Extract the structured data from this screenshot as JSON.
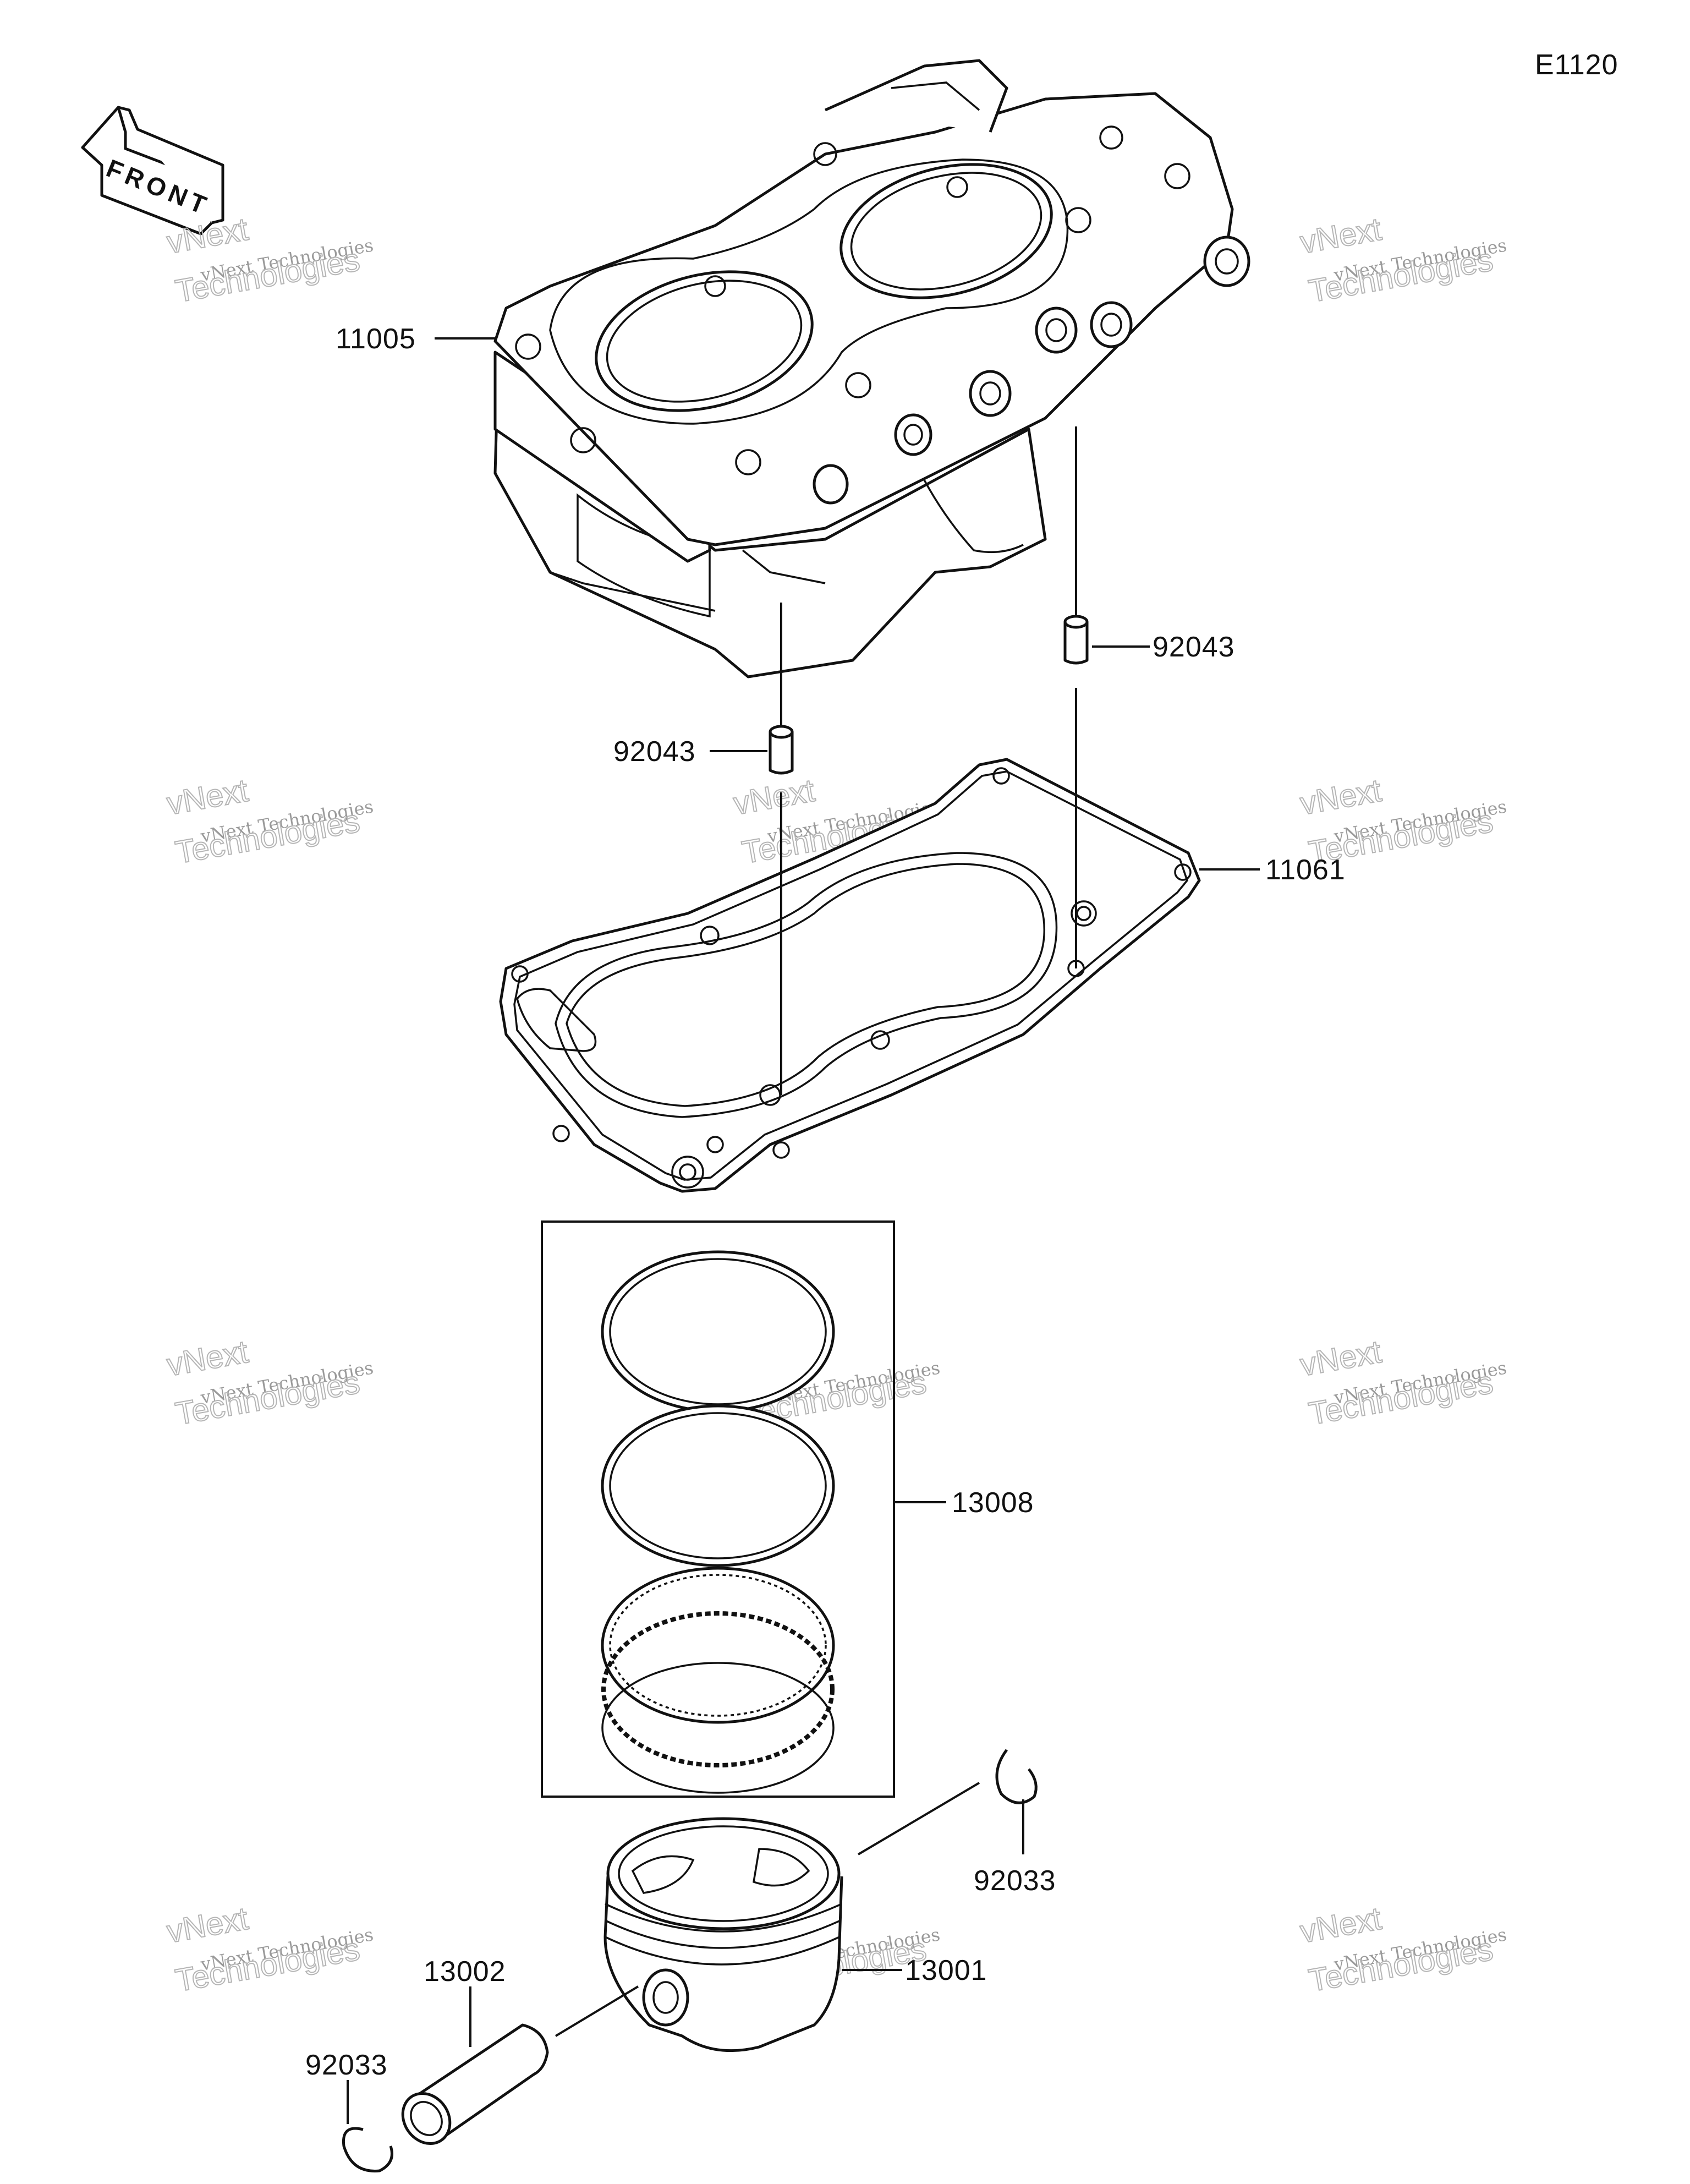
{
  "diagram_code": "E1120",
  "front_marker": {
    "text": "FRONT",
    "icon": "front-arrow-icon"
  },
  "callouts": [
    {
      "id": "cylinder",
      "part_number": "11005"
    },
    {
      "id": "dowel-right",
      "part_number": "92043"
    },
    {
      "id": "dowel-left",
      "part_number": "92043"
    },
    {
      "id": "gasket",
      "part_number": "11061"
    },
    {
      "id": "ring-set",
      "part_number": "13008"
    },
    {
      "id": "circlip-right",
      "part_number": "92033"
    },
    {
      "id": "piston",
      "part_number": "13001"
    },
    {
      "id": "pin",
      "part_number": "13002"
    },
    {
      "id": "circlip-left",
      "part_number": "92033"
    }
  ],
  "watermark": {
    "line1": "vNext Technologies",
    "line2": "vNext",
    "line3": "Technologies"
  }
}
